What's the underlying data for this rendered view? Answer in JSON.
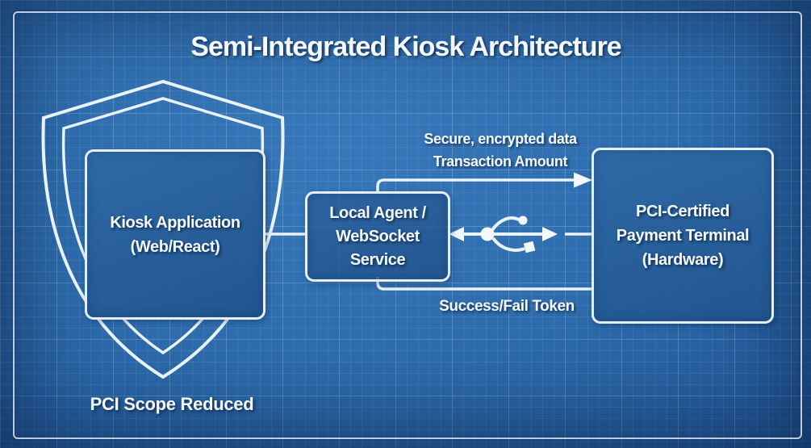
{
  "title": "Semi-Integrated Kiosk Architecture",
  "nodes": {
    "kiosk": {
      "lines": [
        "Kiosk Application",
        "(Web/React)"
      ]
    },
    "local_agent": {
      "lines": [
        "Local Agent /",
        "WebSocket",
        "Service"
      ]
    },
    "payment_terminal": {
      "lines": [
        "PCI-Certified",
        "Payment Terminal",
        "(Hardware)"
      ]
    }
  },
  "connections": {
    "agent_to_terminal": {
      "lines": [
        "Secure, encrypted data",
        "Transaction Amount"
      ]
    },
    "terminal_to_agent": {
      "label": "Success/Fail Token"
    },
    "usb_link": {
      "icon": "usb-trident-icon"
    }
  },
  "annotations": {
    "pci_scope": "PCI Scope Reduced"
  },
  "colors": {
    "background": "#2d6bac",
    "background_edge": "#1b4b87",
    "grid_line": "#5b94cf",
    "stroke": "#e9f3fb",
    "text": "#f3f9fe",
    "node_fill": "#275e9a"
  }
}
